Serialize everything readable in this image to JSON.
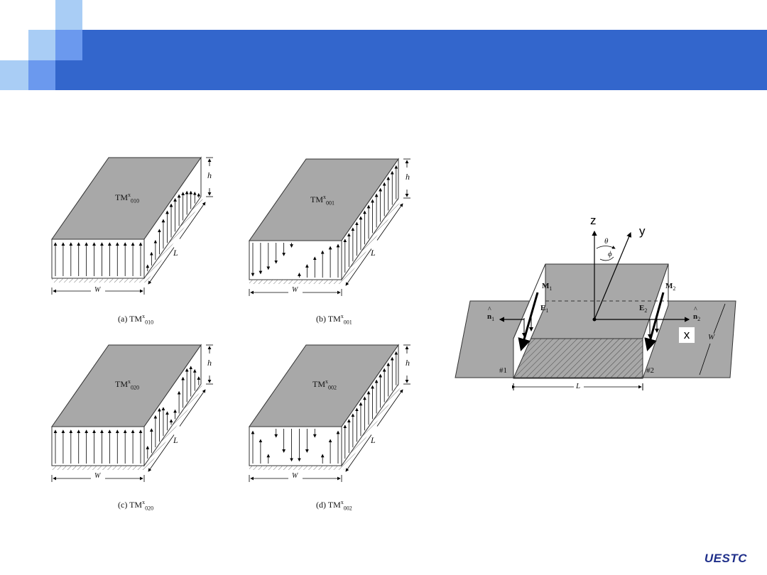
{
  "header": {
    "banner_color": "#3366cc",
    "square_colors": [
      "#a9cdf5",
      "#6b99ee",
      "#3366cc"
    ]
  },
  "figures": [
    {
      "label": "TM",
      "sup": "x",
      "sub": "010",
      "caption_prefix": "(a) TM",
      "caption_sup": "x",
      "caption_sub": "010",
      "pattern": "uniform"
    },
    {
      "label": "TM",
      "sup": "x",
      "sub": "001",
      "caption_prefix": "(b) TM",
      "caption_sup": "x",
      "caption_sub": "001",
      "pattern": "half-cosine"
    },
    {
      "label": "TM",
      "sup": "x",
      "sub": "020",
      "caption_prefix": "(c) TM",
      "caption_sup": "x",
      "caption_sub": "020",
      "pattern": "uniform"
    },
    {
      "label": "TM",
      "sup": "x",
      "sub": "002",
      "caption_prefix": "(d) TM",
      "caption_sup": "x",
      "caption_sub": "002",
      "pattern": "full-cosine"
    }
  ],
  "dimension_labels": {
    "height": "h",
    "length": "L",
    "width": "W"
  },
  "slot_diagram": {
    "axis_z": "z",
    "axis_y": "y",
    "axis_x": "x",
    "theta": "θ",
    "phi": "ϕ",
    "m1": "M",
    "m1_sub": "1",
    "m2": "M",
    "m2_sub": "2",
    "e1": "E",
    "e1_sub": "1",
    "e2": "E",
    "e2_sub": "2",
    "n1": "n",
    "n1_sub": "1",
    "n2": "n",
    "n2_sub": "2",
    "slot1": "#1",
    "slot2": "#2",
    "length": "L",
    "width": "W"
  },
  "footer": {
    "logo": "UESTC"
  }
}
